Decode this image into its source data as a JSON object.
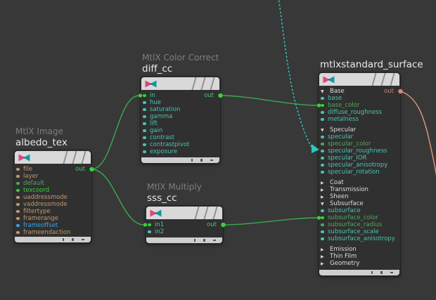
{
  "canvas": {
    "background": "#383838"
  },
  "port_colors": {
    "tan": "#c49a6c",
    "green": "#54a55c",
    "bright": "#33d133",
    "teal": "#4cc2ae",
    "blue": "#36a4e6"
  },
  "wire_colors": {
    "green": "#3aa94e",
    "dashed_teal": "#2cc8bc",
    "salmon": "#dc9a80"
  },
  "out_colors": {
    "green": "#4cc465",
    "salmon": "#c9856a"
  },
  "nodes": [
    {
      "id": "albedo_tex",
      "type_label": "MtlX Image",
      "name": "albedo_tex",
      "out_label": "out",
      "out_type": "green",
      "rows": [
        {
          "label": "file",
          "kind": "input",
          "type": "tan"
        },
        {
          "label": "layer",
          "kind": "input",
          "type": "tan"
        },
        {
          "label": "default",
          "kind": "input",
          "type": "green"
        },
        {
          "label": "texcoord",
          "kind": "input",
          "type": "bright"
        },
        {
          "label": "uaddressmode",
          "kind": "input",
          "type": "tan"
        },
        {
          "label": "vaddressmode",
          "kind": "input",
          "type": "tan"
        },
        {
          "label": "filtertype",
          "kind": "input",
          "type": "tan"
        },
        {
          "label": "framerange",
          "kind": "input",
          "type": "tan"
        },
        {
          "label": "frameoffset",
          "kind": "input",
          "type": "blue"
        },
        {
          "label": "frameendaction",
          "kind": "input",
          "type": "tan"
        }
      ]
    },
    {
      "id": "diff_cc",
      "type_label": "MtlX Color Correct",
      "name": "diff_cc",
      "out_label": "out",
      "out_type": "green",
      "rows": [
        {
          "label": "in",
          "kind": "input",
          "type": "teal",
          "connected": true
        },
        {
          "label": "hue",
          "kind": "input",
          "type": "teal"
        },
        {
          "label": "saturation",
          "kind": "input",
          "type": "teal"
        },
        {
          "label": "gamma",
          "kind": "input",
          "type": "teal"
        },
        {
          "label": "lift",
          "kind": "input",
          "type": "teal"
        },
        {
          "label": "gain",
          "kind": "input",
          "type": "teal"
        },
        {
          "label": "contrast",
          "kind": "input",
          "type": "teal"
        },
        {
          "label": "contrastpivot",
          "kind": "input",
          "type": "teal"
        },
        {
          "label": "exposure",
          "kind": "input",
          "type": "teal"
        }
      ]
    },
    {
      "id": "sss_cc",
      "type_label": "MtlX Multiply",
      "name": "sss_cc",
      "out_label": "out",
      "out_type": "green",
      "rows": [
        {
          "label": "in1",
          "kind": "input",
          "type": "teal",
          "connected": true
        },
        {
          "label": "in2",
          "kind": "input",
          "type": "teal"
        }
      ]
    },
    {
      "id": "mtlxstandard_surface",
      "type_label": "",
      "name": "mtlxstandard_surface",
      "out_label": "out",
      "out_type": "salmon",
      "rows": [
        {
          "label": "Base",
          "kind": "group_open"
        },
        {
          "label": "base",
          "kind": "input",
          "type": "teal"
        },
        {
          "label": "base_color",
          "kind": "input",
          "type": "green",
          "connected": true
        },
        {
          "label": "diffuse_roughness",
          "kind": "input",
          "type": "teal"
        },
        {
          "label": "metalness",
          "kind": "input",
          "type": "teal"
        },
        {
          "label": "Specular",
          "kind": "group_open"
        },
        {
          "label": "specular",
          "kind": "input",
          "type": "teal"
        },
        {
          "label": "specular_color",
          "kind": "input",
          "type": "green"
        },
        {
          "label": "specular_roughness",
          "kind": "input",
          "type": "teal"
        },
        {
          "label": "specular_IOR",
          "kind": "input",
          "type": "teal"
        },
        {
          "label": "specular_anisotropy",
          "kind": "input",
          "type": "teal"
        },
        {
          "label": "specular_rotation",
          "kind": "input",
          "type": "teal"
        },
        {
          "label": "Coat",
          "kind": "group_closed"
        },
        {
          "label": "Transmission",
          "kind": "group_closed"
        },
        {
          "label": "Sheen",
          "kind": "group_closed"
        },
        {
          "label": "Subsurface",
          "kind": "group_open"
        },
        {
          "label": "subsurface",
          "kind": "input",
          "type": "teal"
        },
        {
          "label": "subsurface_color",
          "kind": "input",
          "type": "green",
          "connected": true
        },
        {
          "label": "subsurface_radius",
          "kind": "input",
          "type": "green"
        },
        {
          "label": "subsurface_scale",
          "kind": "input",
          "type": "teal"
        },
        {
          "label": "subsurface_anisotropy",
          "kind": "input",
          "type": "teal"
        },
        {
          "label": "Emission",
          "kind": "group_closed"
        },
        {
          "label": "Thin Film",
          "kind": "group_closed"
        },
        {
          "label": "Geometry",
          "kind": "group_closed"
        }
      ]
    }
  ],
  "connections": [
    {
      "from": "albedo_tex.out",
      "to": "diff_cc.in",
      "color": "green",
      "style": "solid"
    },
    {
      "from": "albedo_tex.out",
      "to": "sss_cc.in1",
      "color": "green",
      "style": "solid"
    },
    {
      "from": "diff_cc.out",
      "to": "mtlxstandard_surface.base_color",
      "color": "green",
      "style": "solid"
    },
    {
      "from": "sss_cc.out",
      "to": "mtlxstandard_surface.subsurface_color",
      "color": "green",
      "style": "solid"
    },
    {
      "from": "offscreen-top",
      "to": "mtlxstandard_surface.specular_roughness",
      "color": "dashed_teal",
      "style": "dashed"
    },
    {
      "from": "mtlxstandard_surface.out",
      "to": "offscreen-right",
      "color": "salmon",
      "style": "solid"
    }
  ],
  "footer_icons": [
    "lod-bar-icon",
    "lod-square-icon",
    "lod-dash-icon"
  ]
}
